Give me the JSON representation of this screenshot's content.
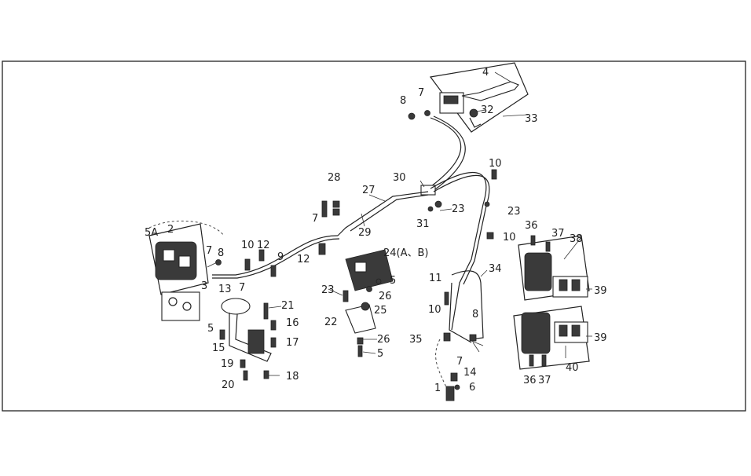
{
  "diagram": {
    "labels": {
      "l1": "1",
      "l2": "2",
      "l3": "3",
      "l4": "4",
      "l5": "5",
      "l6": "6",
      "l7": "7",
      "l8": "8",
      "l9": "9",
      "l10": "10",
      "l11": "11",
      "l12": "12",
      "l13": "13",
      "l14": "14",
      "l15": "15",
      "l16": "16",
      "l17": "17",
      "l18": "18",
      "l19": "19",
      "l20": "20",
      "l21": "21",
      "l22": "22",
      "l23": "23",
      "l24": "24(A、B)",
      "l25": "25",
      "l26": "26",
      "l27": "27",
      "l28": "28",
      "l29": "29",
      "l30": "30",
      "l31": "31",
      "l32": "32",
      "l33": "33",
      "l34": "34",
      "l35": "35",
      "l36": "36",
      "l37": "37",
      "l38": "38",
      "l39": "39",
      "l40": "40",
      "l5a": "5A"
    }
  }
}
